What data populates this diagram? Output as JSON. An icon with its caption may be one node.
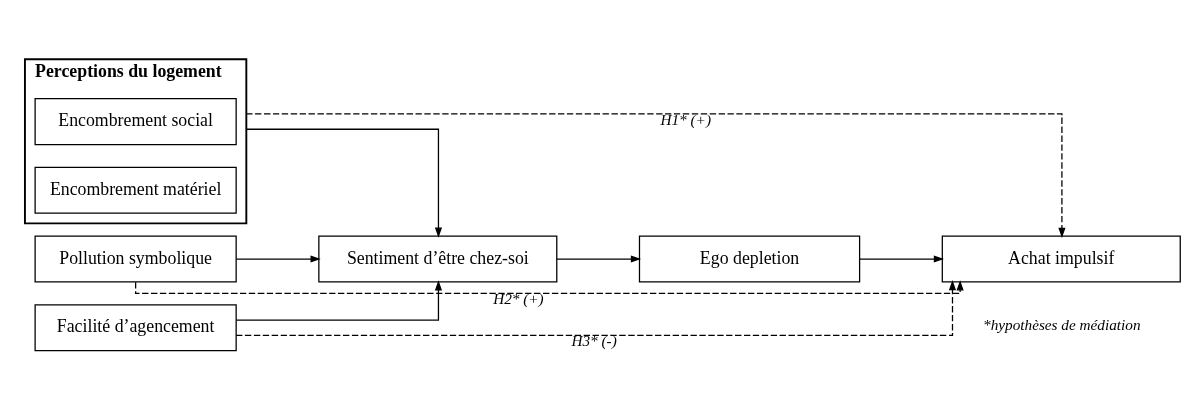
{
  "diagram": {
    "nodes": [
      {
        "text": [
          "Perceptions du logement"
        ]
      },
      {
        "text": [
          "Encombrement social"
        ],
        "in": 0
      },
      {
        "text": [
          "Encombrement matériel"
        ],
        "in": 0
      },
      {
        "text": [
          "Pollution symbolique"
        ]
      },
      {
        "text": [
          "Facilité d’agencement"
        ]
      },
      {
        "text": [
          "Sentiment d’être chez-soi"
        ]
      },
      {
        "text": [
          "Ego depletion"
        ]
      },
      {
        "text": [
          "Achat impulsif"
        ]
      }
    ],
    "edges": [
      {
        "from": 0,
        "to": 5,
        "arrow": "to"
      },
      {
        "from": 3,
        "to": 5,
        "arrow": "to"
      },
      {
        "from": 4,
        "to": 5,
        "arrow": "to"
      },
      {
        "from": 5,
        "to": 6,
        "arrow": "to"
      },
      {
        "from": 6,
        "to": 7,
        "arrow": "to"
      },
      {
        "from": 0,
        "to": 7,
        "arrow": "to",
        "label": "H1* (+)",
        "style": "dashed"
      },
      {
        "from": 4,
        "to": 7,
        "arrow": "to",
        "label": "H3* (-)",
        "style": "dashed"
      },
      {
        "from": 3,
        "to": 7,
        "arrow": "to",
        "label": "H2* (+)",
        "style": "dashed"
      }
    ],
    "labels": [
      "*hypothèses de médiation"
    ]
  }
}
